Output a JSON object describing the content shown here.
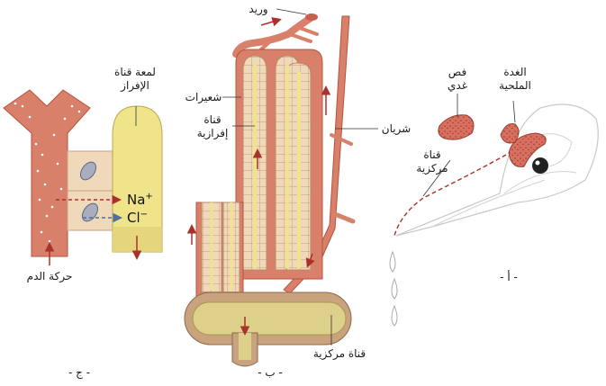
{
  "panels": {
    "a": {
      "caption": "- أ -",
      "labels": {
        "salt_gland": [
          "الغدة",
          "الملحية"
        ],
        "gland_lobe": [
          "فص",
          "غدي"
        ],
        "central_duct": [
          "قناة",
          "مركزية"
        ]
      }
    },
    "b": {
      "caption": "- ب -",
      "labels": {
        "vein": "وريد",
        "capillaries": "شعيرات",
        "secretory_duct": [
          "قناة",
          "إفرازية"
        ],
        "artery": "شريان",
        "central_duct": "قناة مركزية"
      }
    },
    "c": {
      "caption": "- ج -",
      "labels": {
        "duct_lumen": [
          "لمعة قناة",
          "الإفراز"
        ],
        "blood_flow": "حركة الدم"
      },
      "ions": {
        "sodium": "Na",
        "sodium_charge": "+",
        "chloride": "Cl",
        "chloride_charge": "−"
      }
    }
  },
  "colors": {
    "vessel": "#d8806a",
    "vessel_dark": "#b5533f",
    "duct_yellow": "#efe48a",
    "cell_beige": "#f0d8bb",
    "gland": "#d9705f",
    "arrow_red": "#a8322a",
    "arrow_blue": "#4f6f9c"
  }
}
